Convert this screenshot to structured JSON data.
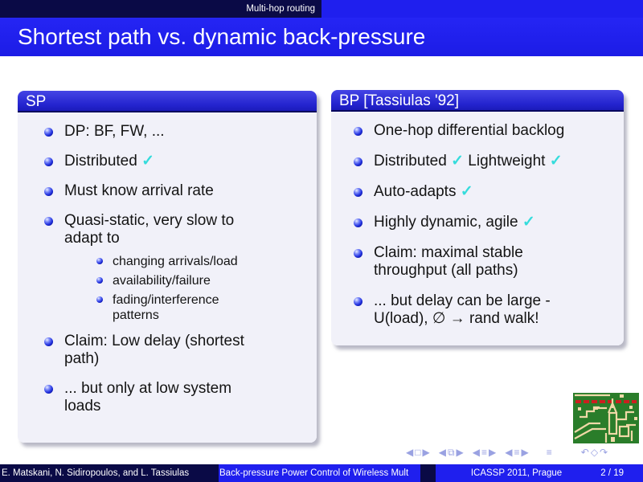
{
  "headline": {
    "section": "Multi-hop routing"
  },
  "frametitle": "Shortest path vs. dynamic back-pressure",
  "colors": {
    "accent_blue": "#1f1fee",
    "dark_navy": "#0a0a46",
    "block_header_blue": "#2424cf",
    "block_body": "#f1f1f9",
    "check_cyan": "#35dcdc",
    "nav_icon": "#9aa2e2",
    "logo_green": "#2a7d2a",
    "logo_trace": "#efd9a7",
    "logo_red": "#cc1f1f"
  },
  "sp": {
    "title": "SP",
    "items": [
      {
        "lines": [
          [
            {
              "t": "DP: BF, FW, ..."
            }
          ]
        ]
      },
      {
        "lines": [
          [
            {
              "t": "Distributed "
            },
            {
              "t": "✓",
              "check": true
            }
          ]
        ]
      },
      {
        "lines": [
          [
            {
              "t": "Must know arrival rate"
            }
          ]
        ]
      },
      {
        "lines": [
          [
            {
              "t": "Quasi-static, very slow to"
            }
          ],
          [
            {
              "t": "adapt to"
            }
          ]
        ]
      },
      {
        "lines": [
          [
            {
              "t": "Claim: Low delay (shortest"
            }
          ],
          [
            {
              "t": "path)"
            }
          ]
        ]
      },
      {
        "lines": [
          [
            {
              "t": "... but only at low system"
            }
          ],
          [
            {
              "t": "loads"
            }
          ]
        ]
      }
    ],
    "sub": [
      {
        "lines": [
          "changing arrivals/load"
        ]
      },
      {
        "lines": [
          "availability/failure"
        ]
      },
      {
        "lines": [
          "fading/interference",
          "patterns"
        ]
      }
    ]
  },
  "bp": {
    "title": "BP [Tassiulas '92]",
    "items": [
      {
        "lines": [
          [
            {
              "t": "One-hop differential backlog"
            }
          ]
        ]
      },
      {
        "lines": [
          [
            {
              "t": "Distributed "
            },
            {
              "t": "✓",
              "check": true
            },
            {
              "t": " Lightweight "
            },
            {
              "t": "✓",
              "check": true
            }
          ]
        ]
      },
      {
        "lines": [
          [
            {
              "t": "Auto-adapts "
            },
            {
              "t": "✓",
              "check": true
            }
          ]
        ]
      },
      {
        "lines": [
          [
            {
              "t": "Highly dynamic, agile "
            },
            {
              "t": "✓",
              "check": true
            }
          ]
        ]
      },
      {
        "lines": [
          [
            {
              "t": "Claim: maximal stable"
            }
          ],
          [
            {
              "t": "throughput (all paths)"
            }
          ]
        ]
      },
      {
        "lines": [
          [
            {
              "t": "... but delay can be large -"
            }
          ],
          [
            {
              "t": "U(load), ∅ → rand walk!"
            }
          ]
        ]
      }
    ]
  },
  "nav": [
    {
      "g": "◀"
    },
    {
      "g": "□"
    },
    {
      "g": "▶"
    },
    {
      "g": "◀"
    },
    {
      "g": "⧉"
    },
    {
      "g": "▶"
    },
    {
      "g": "◀"
    },
    {
      "g": "≡"
    },
    {
      "g": "▶"
    },
    {
      "g": "◀"
    },
    {
      "g": "≡"
    },
    {
      "g": "▶"
    },
    {
      "g": "≡"
    },
    {
      "g": "↶"
    },
    {
      "g": "◇"
    },
    {
      "g": "↷"
    }
  ],
  "logo": {
    "name": "circuit-board-cityscape-graphic"
  },
  "footer": {
    "authors": "E. Matskani, N. Sidiropoulos, and L. Tassiulas",
    "paper_title": "Back-pressure Power Control of Wireless Mult",
    "venue": "ICASSP 2011, Prague",
    "page": "2 / 19"
  }
}
